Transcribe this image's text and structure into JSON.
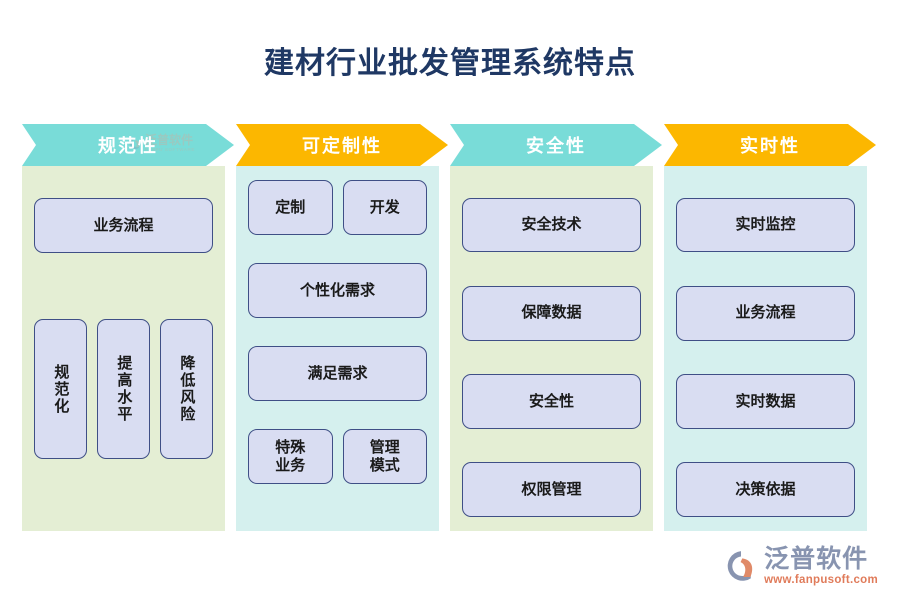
{
  "page_title": "建材行业批发管理系统特点",
  "colors": {
    "title": "#1f3864",
    "banner_teal": "#79dcd8",
    "banner_amber": "#fcb700",
    "panel_green": "#e4eed4",
    "panel_cyan": "#d5f0ee",
    "box_fill": "#d9ddf2",
    "box_border": "#3f4f86",
    "logo_gray": "#8894b0",
    "logo_orange": "#e07b5a"
  },
  "watermark": {
    "name": "泛普软件",
    "sub": "FANPU SOFTWARE"
  },
  "columns": [
    {
      "banner": "规范性",
      "banner_color": "teal",
      "panel_color": "green",
      "has_watermark": true,
      "boxes_wide": [
        "业务流程"
      ],
      "boxes_vertical": [
        "规范化",
        "提高水平",
        "降低风险"
      ]
    },
    {
      "banner": "可定制性",
      "banner_color": "amber",
      "panel_color": "cyan",
      "has_watermark": false,
      "pair_top": [
        "定制",
        "开发"
      ],
      "mid_wide": [
        "个性化需求",
        "满足需求"
      ],
      "pair_bottom": [
        "特殊\n业务",
        "管理\n模式"
      ]
    },
    {
      "banner": "安全性",
      "banner_color": "teal",
      "panel_color": "green",
      "has_watermark": false,
      "boxes_wide": [
        "安全技术",
        "保障数据",
        "安全性",
        "权限管理"
      ]
    },
    {
      "banner": "实时性",
      "banner_color": "amber",
      "panel_color": "cyan",
      "has_watermark": false,
      "boxes_wide": [
        "实时监控",
        "业务流程",
        "实时数据",
        "决策依据"
      ]
    }
  ],
  "footer": {
    "logo_name": "泛普软件",
    "logo_url": "www.fanpusoft.com"
  }
}
